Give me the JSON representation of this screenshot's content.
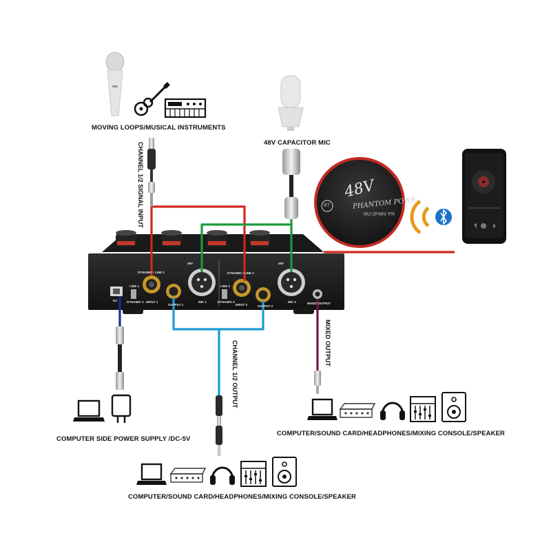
{
  "labels": {
    "instruments": "MOVING LOOPS/MUSICAL INSTRUMENTS",
    "capacitor_mic": "48V CAPACITOR MIC",
    "channel_input": "CHANNEL 1/2 SIGNAL INPUT",
    "channel_output": "CHANNEL 1/2 OUTPUT",
    "mixed_output": "MIXED OUTPUT",
    "power_supply": "COMPUTER SIDE POWER SUPPLY /DC-5V",
    "outputs_right": "COMPUTER/SOUND CARD/HEADPHONES/MIXING CONSOLE/SPEAKER",
    "outputs_bottom": "COMPUTER/SOUND CARD/HEADPHONES/MIXING CONSOLE/SPEAKER"
  },
  "panel": {
    "dynamic_line_1": "DYNAMIC / LINE 1",
    "dynamic_line_2": "DYNAMIC / LINE 2",
    "input_1": "INPUT 1",
    "input_2": "INPUT 2",
    "output_1": "OUTPUT 1",
    "output_2": "OUTPUT 2",
    "mic_1": "MIC 1",
    "mic_2": "MIC 2",
    "line_1": "LINE 1",
    "dynamic_1": "DYNAMIC 1",
    "line_2": "LINE 2",
    "dynamic_2": "DYNAMIC 2",
    "v48_1": "48V",
    "v48_2": "48V",
    "mixed_output": "MIXED OUTPUT",
    "dc": "DC"
  },
  "zoom_badge": {
    "v48": "48V",
    "phantom": "PHANTOM POWE",
    "model": "RU-2P48V PR",
    "bt": "BT"
  },
  "wire_colors": {
    "input": "#d0281e",
    "mic": "#1c9a3c",
    "output": "#1e9ad6",
    "mixed": "#6e1646",
    "usb": "#1d2c8c"
  }
}
